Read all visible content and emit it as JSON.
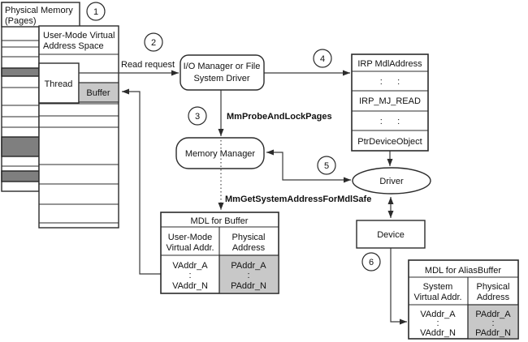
{
  "colors": {
    "page_highlight": "#7f7f7f",
    "buffer_fill": "#c8c8c8",
    "mdl_shaded_fill": "#c8c8c8",
    "stroke": "#2b2b2b",
    "text": "#111111",
    "background": "#ffffff"
  },
  "physical_memory": {
    "label_line1": "Physical Memory",
    "label_line2": "(Pages)"
  },
  "user_mode": {
    "title_line1": "User-Mode Virtual",
    "title_line2": "Address Space",
    "thread": "Thread",
    "buffer": "Buffer"
  },
  "steps": {
    "s1": "1",
    "s2": "2",
    "s3": "3",
    "s4": "4",
    "s5": "5",
    "s6": "6"
  },
  "labels": {
    "read_request": "Read request",
    "probe_call": "MmProbeAndLockPages",
    "get_system_address_call": "MmGetSystemAddressForMdlSafe"
  },
  "io_manager": {
    "line1": "I/O Manager or File",
    "line2": "System Driver"
  },
  "memory_manager": {
    "label": "Memory Manager"
  },
  "irp": {
    "row1": "IRP MdlAddress",
    "row2": ":      :",
    "row3": "IRP_MJ_READ",
    "row4": ":      :",
    "row5": "PtrDeviceObject"
  },
  "driver": {
    "label": "Driver"
  },
  "device": {
    "label": "Device"
  },
  "mdl_buffer": {
    "title": "MDL for Buffer",
    "col1_header_line1": "User-Mode",
    "col1_header_line2": "Virtual Addr.",
    "col2_header_line1": "Physical",
    "col2_header_line2": "Address",
    "col1_row1": "VAddr_A",
    "col1_row2": ":",
    "col1_row3": "VAddr_N",
    "col2_row1": "PAddr_A",
    "col2_row2": ":",
    "col2_row3": "PAddr_N"
  },
  "mdl_alias": {
    "title": "MDL for AliasBuffer",
    "col1_header_line1": "System",
    "col1_header_line2": "Virtual Addr.",
    "col2_header_line1": "Physical",
    "col2_header_line2": "Address",
    "col1_row1": "VAddr_A",
    "col1_row2": ":",
    "col1_row3": "VAddr_N",
    "col2_row1": "PAddr_A",
    "col2_row2": ":",
    "col2_row3": "PAddr_N"
  }
}
